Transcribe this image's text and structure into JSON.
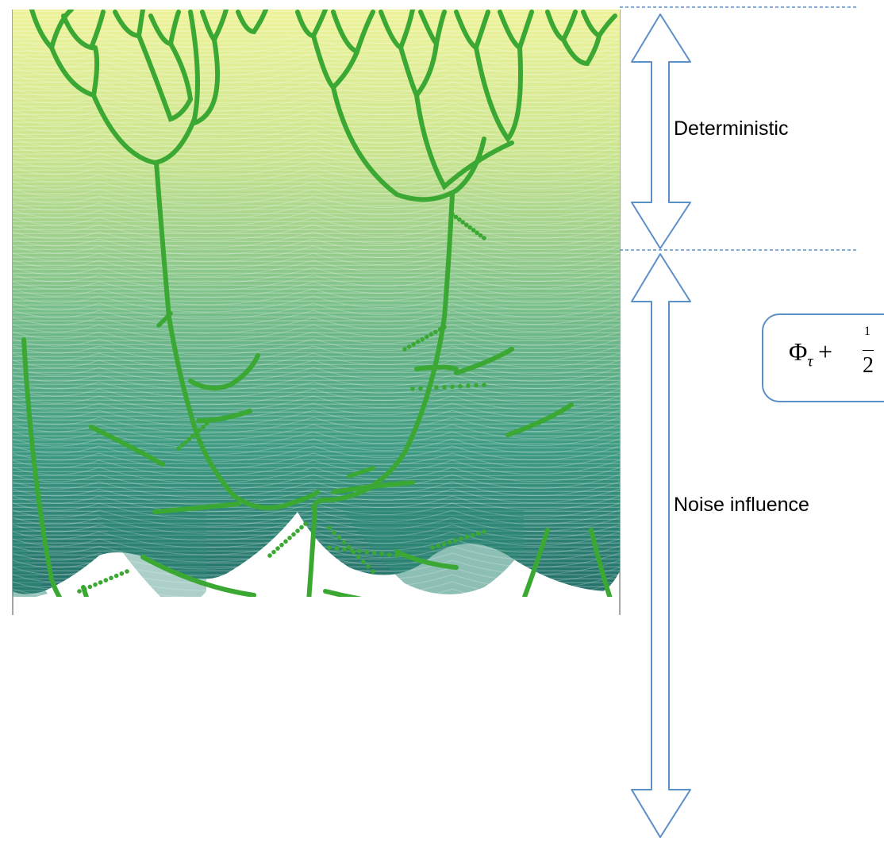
{
  "labels": {
    "top_region": "Deterministic",
    "bottom_region": "Noise influence"
  },
  "equation": {
    "lhs": "Φ",
    "subscript": "τ",
    "operator": "+"
  },
  "colors": {
    "fill_top": "#e8f08a",
    "fill_bottom": "#1f7a70",
    "line_mid": "#5aaa78",
    "trajectory": "#3aa832",
    "arrow": "#5b8fc7",
    "axis": "#888888"
  },
  "icons": [
    "double-headed-arrow-icon",
    "dashed-divider-line"
  ]
}
